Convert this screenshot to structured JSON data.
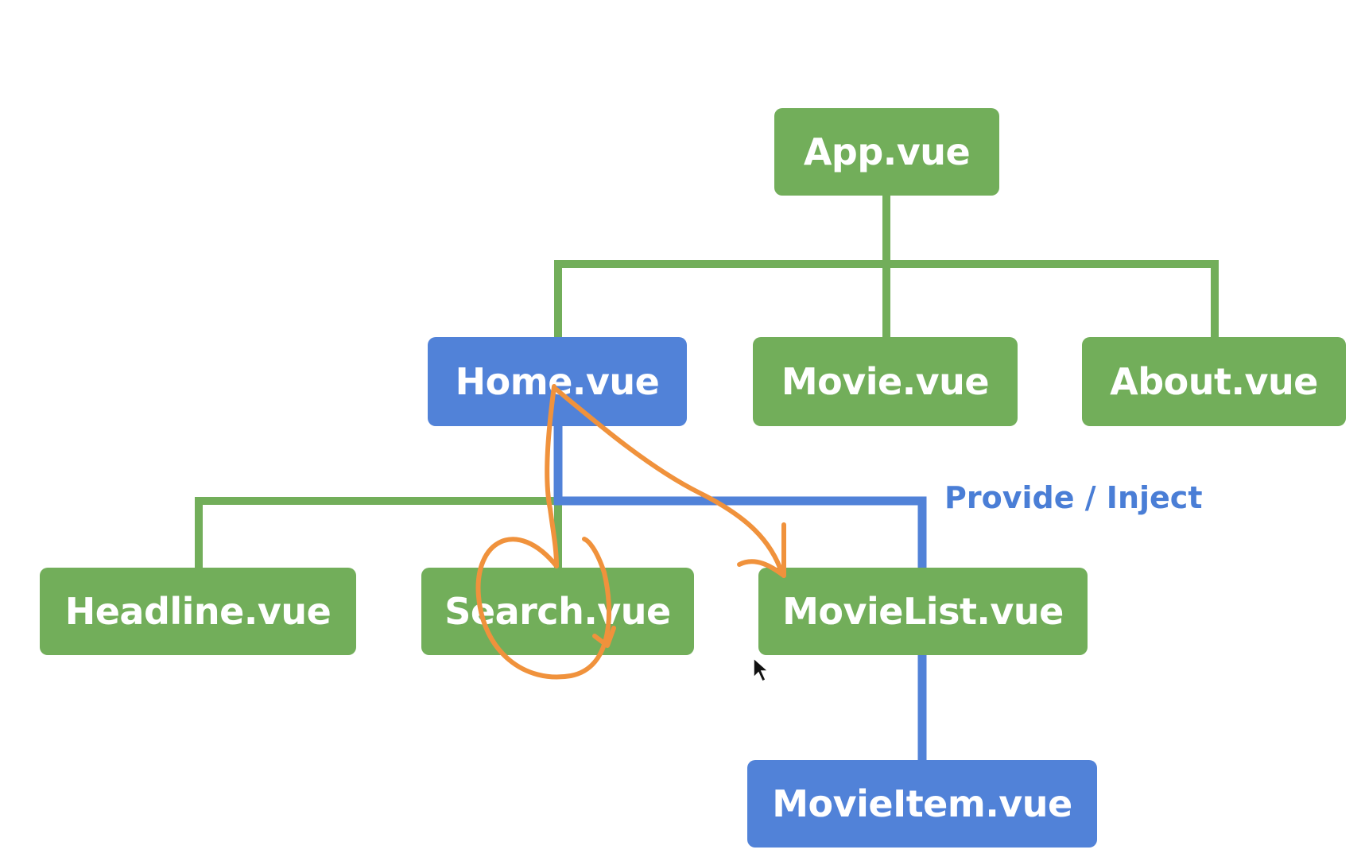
{
  "colors": {
    "component": "#72ae5a",
    "provide_inject_component": "#5182d8",
    "tree_line": "#72ae5a",
    "provide_inject_line": "#5182d8",
    "annotation": "#f0923c"
  },
  "nodes": {
    "app": "App.vue",
    "home": "Home.vue",
    "movie": "Movie.vue",
    "about": "About.vue",
    "headline": "Headline.vue",
    "search": "Search.vue",
    "movielist": "MovieList.vue",
    "movieitem": "MovieItem.vue"
  },
  "provide_inject_label": "Provide / Inject",
  "edges": [
    {
      "from": "App.vue",
      "to": "Home.vue"
    },
    {
      "from": "App.vue",
      "to": "Movie.vue"
    },
    {
      "from": "App.vue",
      "to": "About.vue"
    },
    {
      "from": "Home.vue",
      "to": "Headline.vue"
    },
    {
      "from": "Home.vue",
      "to": "Search.vue"
    },
    {
      "from": "Home.vue",
      "to": "MovieList.vue",
      "kind": "provide-inject"
    },
    {
      "from": "MovieList.vue",
      "to": "MovieItem.vue",
      "kind": "provide-inject"
    }
  ]
}
